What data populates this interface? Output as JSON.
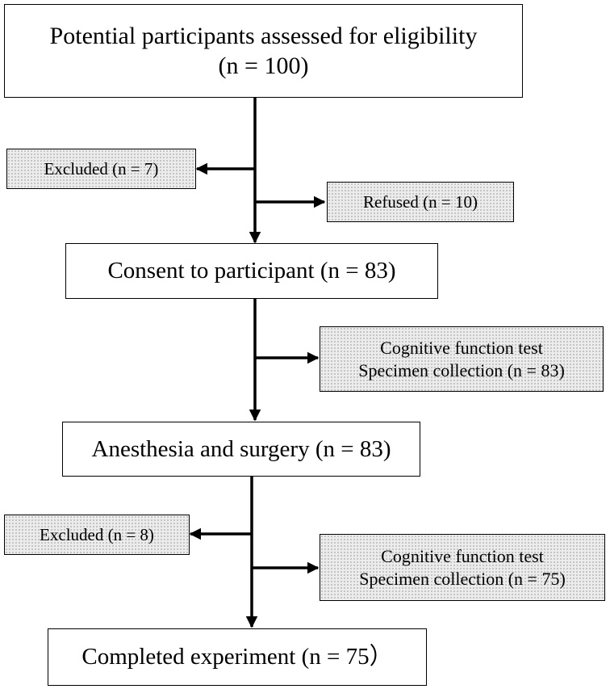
{
  "flow": {
    "assessed": {
      "line1": "Potential participants assessed for eligibility",
      "line2": "(n = 100)"
    },
    "excluded1": "Excluded (n = 7)",
    "refused": "Refused (n = 10)",
    "consent": "Consent to participant (n = 83)",
    "test1": {
      "line1": "Cognitive function test",
      "line2": "Specimen collection (n = 83)"
    },
    "surgery": "Anesthesia and surgery (n = 83)",
    "excluded2": "Excluded (n = 8)",
    "test2": {
      "line1": "Cognitive function test",
      "line2": "Specimen collection (n = 75)"
    },
    "completed": "Completed experiment (n = 75）"
  }
}
